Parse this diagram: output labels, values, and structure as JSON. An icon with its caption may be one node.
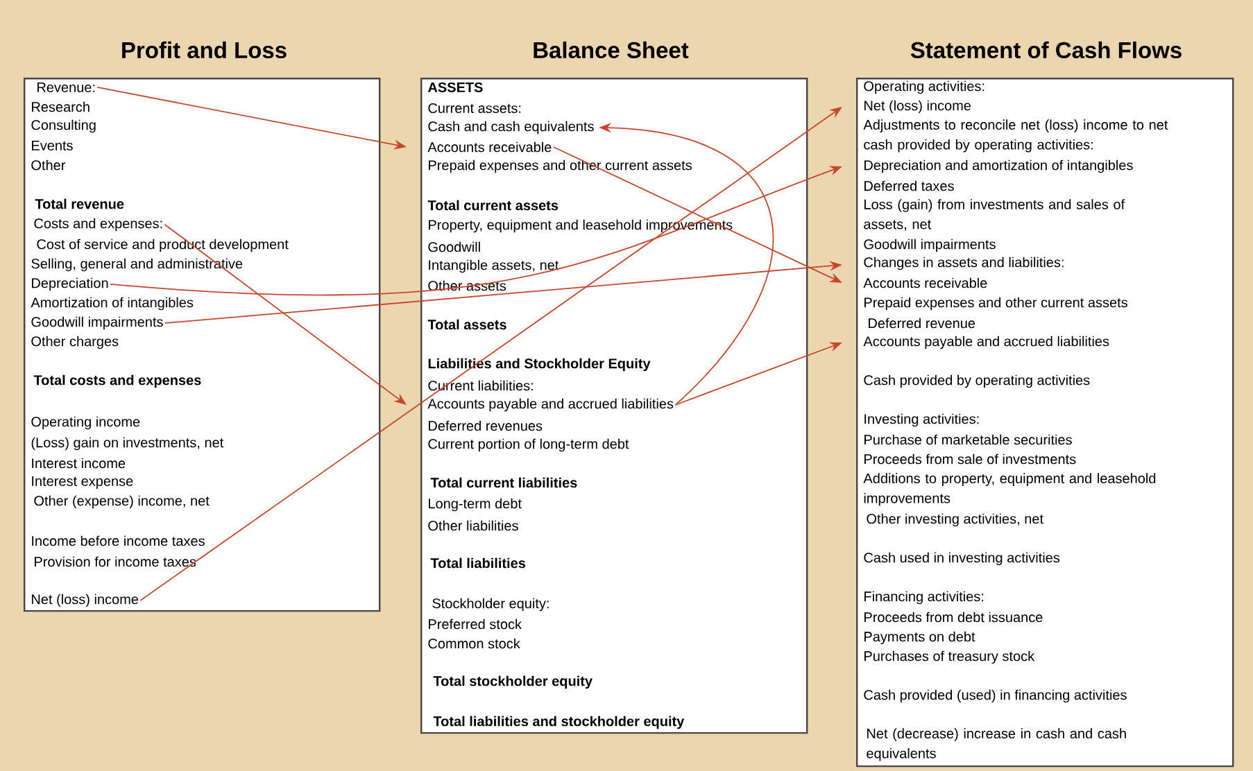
{
  "diagram": {
    "nodes": [
      {
        "text": [
          "Profit and Loss"
        ]
      },
      {
        "text": [
          "Revenue:"
        ],
        "in": 0
      },
      {
        "text": [
          "Research"
        ],
        "in": 0
      },
      {
        "text": [
          "Consulting"
        ],
        "in": 0
      },
      {
        "text": [
          "Events"
        ],
        "in": 0
      },
      {
        "text": [
          "Other"
        ],
        "in": 0
      },
      {
        "text": [
          "Total revenue"
        ],
        "in": 0
      },
      {
        "text": [
          "Costs and expenses:"
        ],
        "in": 0
      },
      {
        "text": [
          "Cost of service and product development"
        ],
        "in": 0
      },
      {
        "text": [
          "Selling, general and administrative"
        ],
        "in": 0
      },
      {
        "text": [
          "Depreciation"
        ],
        "in": 0
      },
      {
        "text": [
          "Amortization of intangibles"
        ],
        "in": 0
      },
      {
        "text": [
          "Goodwill impairments"
        ],
        "in": 0
      },
      {
        "text": [
          "Other charges"
        ],
        "in": 0
      },
      {
        "text": [
          "Total costs and expenses"
        ],
        "in": 0
      },
      {
        "text": [
          "Operating income"
        ],
        "in": 0
      },
      {
        "text": [
          "(Loss) gain on investments, net"
        ],
        "in": 0
      },
      {
        "text": [
          "Interest income"
        ],
        "in": 0
      },
      {
        "text": [
          "Interest expense"
        ],
        "in": 0
      },
      {
        "text": [
          "Other (expense) income, net"
        ],
        "in": 0
      },
      {
        "text": [
          "Income before income taxes"
        ],
        "in": 0
      },
      {
        "text": [
          "Provision for income taxes"
        ],
        "in": 0
      },
      {
        "text": [
          "Net (loss) income"
        ],
        "in": 0
      },
      {
        "text": [
          "Balance Sheet"
        ]
      },
      {
        "text": [
          "ASSETS"
        ],
        "in": 23
      },
      {
        "text": [
          "Current assets:"
        ],
        "in": 23
      },
      {
        "text": [
          "Cash and cash equivalents"
        ],
        "in": 23
      },
      {
        "text": [
          "Accounts receivable"
        ],
        "in": 23
      },
      {
        "text": [
          "Prepaid expenses and other current assets"
        ],
        "in": 23
      },
      {
        "text": [
          "Total current assets"
        ],
        "in": 23
      },
      {
        "text": [
          "Property, equipment and leasehold improvements"
        ],
        "in": 23
      },
      {
        "text": [
          "Goodwill"
        ],
        "in": 23
      },
      {
        "text": [
          "Intangible assets, net"
        ],
        "in": 23
      },
      {
        "text": [
          "Other assets"
        ],
        "in": 23
      },
      {
        "text": [
          "Total assets"
        ],
        "in": 23
      },
      {
        "text": [
          "Liabilities and Stockholder Equity"
        ],
        "in": 23
      },
      {
        "text": [
          "Current liabilities:"
        ],
        "in": 23
      },
      {
        "text": [
          "Accounts payable and accrued liabilities"
        ],
        "in": 23
      },
      {
        "text": [
          "Deferred revenues"
        ],
        "in": 23
      },
      {
        "text": [
          "Current portion of long-term debt"
        ],
        "in": 23
      },
      {
        "text": [
          "Total current liabilities"
        ],
        "in": 23
      },
      {
        "text": [
          "Long-term debt"
        ],
        "in": 23
      },
      {
        "text": [
          "Other liabilities"
        ],
        "in": 23
      },
      {
        "text": [
          "Total liabilities"
        ],
        "in": 23
      },
      {
        "text": [
          "Stockholder equity:"
        ],
        "in": 23
      },
      {
        "text": [
          "Preferred stock"
        ],
        "in": 23
      },
      {
        "text": [
          "Common stock"
        ],
        "in": 23
      },
      {
        "text": [
          "Total stockholder equity"
        ],
        "in": 23
      },
      {
        "text": [
          "Total liabilities and stockholder equity"
        ],
        "in": 23
      },
      {
        "text": [
          "Statement of Cash Flows"
        ]
      },
      {
        "text": [
          "Operating activities:"
        ],
        "in": 49
      },
      {
        "text": [
          "Net (loss) income"
        ],
        "in": 49
      },
      {
        "text": [
          "Adjustments to reconcile net (loss) income to net cash provided by operating activities:"
        ],
        "in": 49
      },
      {
        "text": [
          "Depreciation and amortization of intangibles"
        ],
        "in": 49
      },
      {
        "text": [
          "Deferred taxes"
        ],
        "in": 49
      },
      {
        "text": [
          "Loss (gain) from investments and sales of assets, net"
        ],
        "in": 49
      },
      {
        "text": [
          "Goodwill impairments"
        ],
        "in": 49
      },
      {
        "text": [
          "Changes in assets and liabilities:"
        ],
        "in": 49
      },
      {
        "text": [
          "Accounts receivable"
        ],
        "in": 49
      },
      {
        "text": [
          "Prepaid expenses and other current assets"
        ],
        "in": 49
      },
      {
        "text": [
          "Deferred revenue"
        ],
        "in": 49
      },
      {
        "text": [
          "Accounts payable and accrued liabilities"
        ],
        "in": 49
      },
      {
        "text": [
          "Cash provided by operating activities"
        ],
        "in": 49
      },
      {
        "text": [
          "Investing activities:"
        ],
        "in": 49
      },
      {
        "text": [
          "Purchase of marketable securities"
        ],
        "in": 49
      },
      {
        "text": [
          "Proceeds from sale of investments"
        ],
        "in": 49
      },
      {
        "text": [
          "Additions to property, equipment and leasehold improvements"
        ],
        "in": 49
      },
      {
        "text": [
          "Other investing activities, net"
        ],
        "in": 49
      },
      {
        "text": [
          "Cash used in investing activities"
        ],
        "in": 49
      },
      {
        "text": [
          "Financing activities:"
        ],
        "in": 49
      },
      {
        "text": [
          "Proceeds from debt issuance"
        ],
        "in": 49
      },
      {
        "text": [
          "Payments on debt"
        ],
        "in": 49
      },
      {
        "text": [
          "Purchases of treasury stock"
        ],
        "in": 49
      },
      {
        "text": [
          "Cash provided (used) in financing activities"
        ],
        "in": 49
      },
      {
        "text": [
          "Net (decrease) increase in cash and cash equivalents"
        ],
        "in": 49
      }
    ],
    "edges": [
      {
        "from": 1,
        "to": 27,
        "arrow": "to"
      },
      {
        "from": 7,
        "to": 37,
        "arrow": "to"
      },
      {
        "from": 10,
        "to": 53,
        "arrow": "to"
      },
      {
        "from": 12,
        "to": 56,
        "arrow": "to"
      },
      {
        "from": 22,
        "to": 51,
        "arrow": "to"
      },
      {
        "from": 27,
        "to": 58,
        "arrow": "to"
      },
      {
        "from": 37,
        "to": 26,
        "arrow": "to"
      },
      {
        "from": 37,
        "to": 61,
        "arrow": "to"
      }
    ]
  }
}
